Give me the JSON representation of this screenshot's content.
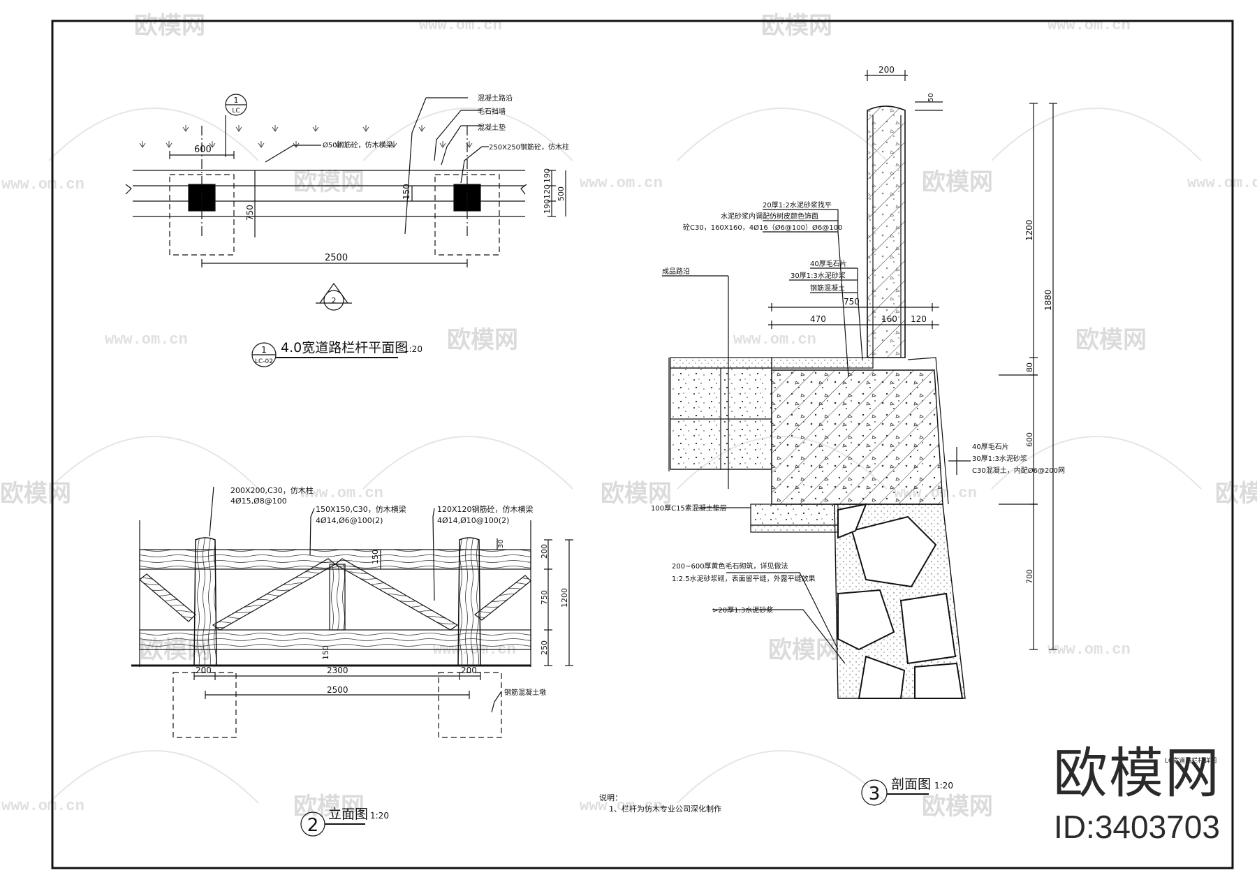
{
  "watermark": {
    "brand": "欧模网",
    "url": "www.om.cn"
  },
  "corner": {
    "brand": "欧模网",
    "id": "ID:3403703"
  },
  "plan": {
    "title": "4.0宽道路栏杆平面图",
    "scale": "1:20",
    "section_no": "1",
    "sheet_ref": "LC-02",
    "section_mark_top": "1",
    "section_mark_sheet": "LC",
    "elev_mark": "2",
    "labels": [
      "混凝土路沿",
      "毛石挡墙",
      "混凝土垫",
      "250X250钢筋砼，仿木柱",
      "Ø50钢筋砼，仿木横梁"
    ],
    "dims": {
      "d600": "600",
      "d2500": "2500",
      "d750": "750",
      "d150": "150",
      "d190a": "190",
      "d120": "120",
      "d190b": "190",
      "d500": "500"
    }
  },
  "elevation": {
    "title": "立面图",
    "scale": "1:20",
    "number": "2",
    "labels": [
      "200X200,C30，仿木柱",
      "4Ø15,Ø8@100",
      "150X150,C30，仿木横梁",
      "4Ø14,Ø6@100(2)",
      "120X120钢筋砼，仿木横梁",
      "4Ø14,Ø10@100(2)",
      "钢筋混凝土墩"
    ],
    "dims": {
      "d200a": "200",
      "d2300": "2300",
      "d200b": "200",
      "d2500": "2500",
      "d150a": "150",
      "d150b": "150",
      "d30": "30",
      "d200": "200",
      "d750": "750",
      "d250": "250",
      "d1200": "1200"
    }
  },
  "section": {
    "title": "剖面图",
    "scale": "1:20",
    "number": "3",
    "labels_upper": [
      "20厚1:2水泥砂浆找平",
      "水泥砂浆内调配仿树皮颜色饰面",
      "砼C30，160X160，4Ø16（Ø6@100）Ø6@100"
    ],
    "labels_mid": [
      "40厚毛石片",
      "30厚1:3水泥砂浆",
      "钢筋混凝土"
    ],
    "label_left": "成品路沿",
    "labels_right": [
      "40厚毛石片",
      "30厚1:3水泥砂浆",
      "C30混凝土，内配Ø6@200网"
    ],
    "label_gravel": "100厚C15素混凝土垫层",
    "labels_stone": [
      "200~600厚黄色毛石砌筑，详见做法",
      "1:2.5水泥砂浆砌，表面留平缝，外露平缝效果"
    ],
    "label_grout": ">20厚1:3水泥砂浆",
    "dims": {
      "d200": "200",
      "d50": "50",
      "d750": "750",
      "d470": "470",
      "d160": "160",
      "d120": "120",
      "d1200": "1200",
      "d1880": "1880",
      "d80": "80",
      "d600": "600",
      "d700": "700"
    }
  },
  "notes": {
    "heading": "说明：",
    "line1": "1、栏杆为仿木专业公司深化制作"
  },
  "sheet_name": "LC宽道路栏杆详图"
}
